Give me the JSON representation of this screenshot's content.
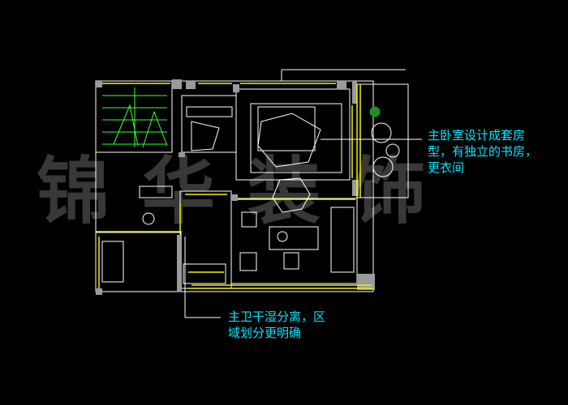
{
  "watermark": "锦华装饰",
  "annotations": {
    "bedroom": [
      "主卧室设计成套房",
      "型，有独立的书房，",
      "更衣间"
    ],
    "bathroom": [
      "主卫干湿分离，区",
      "域划分更明确"
    ]
  },
  "colors": {
    "wall": "#ffffff",
    "grey_wall": "#9a9a9a",
    "window": "#f2f200",
    "leader": "#ffffff",
    "annotation": "#00e5ff",
    "stair": "#39ff39",
    "plant": "#1f8f1f"
  }
}
